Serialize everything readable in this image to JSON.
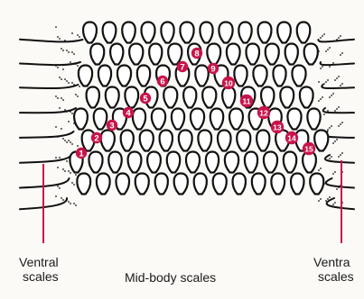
{
  "colors": {
    "scale_outline": "#111111",
    "number_fill": "#c8144a",
    "number_text": "#ffffff",
    "pointer_line": "#c8144a",
    "caption_text": "#1a1a1a",
    "background": "#fbfaf7"
  },
  "scale_numbers": [
    "1",
    "2",
    "3",
    "4",
    "5",
    "6",
    "7",
    "8",
    "9",
    "10",
    "11",
    "12",
    "13",
    "14",
    "15"
  ],
  "captions": {
    "ventral_left_line1": "Ventral",
    "ventral_left_line2": "scales",
    "mid_body": "Mid-body scales",
    "ventral_right_line1": "Ventra",
    "ventral_right_line2": "scales"
  }
}
